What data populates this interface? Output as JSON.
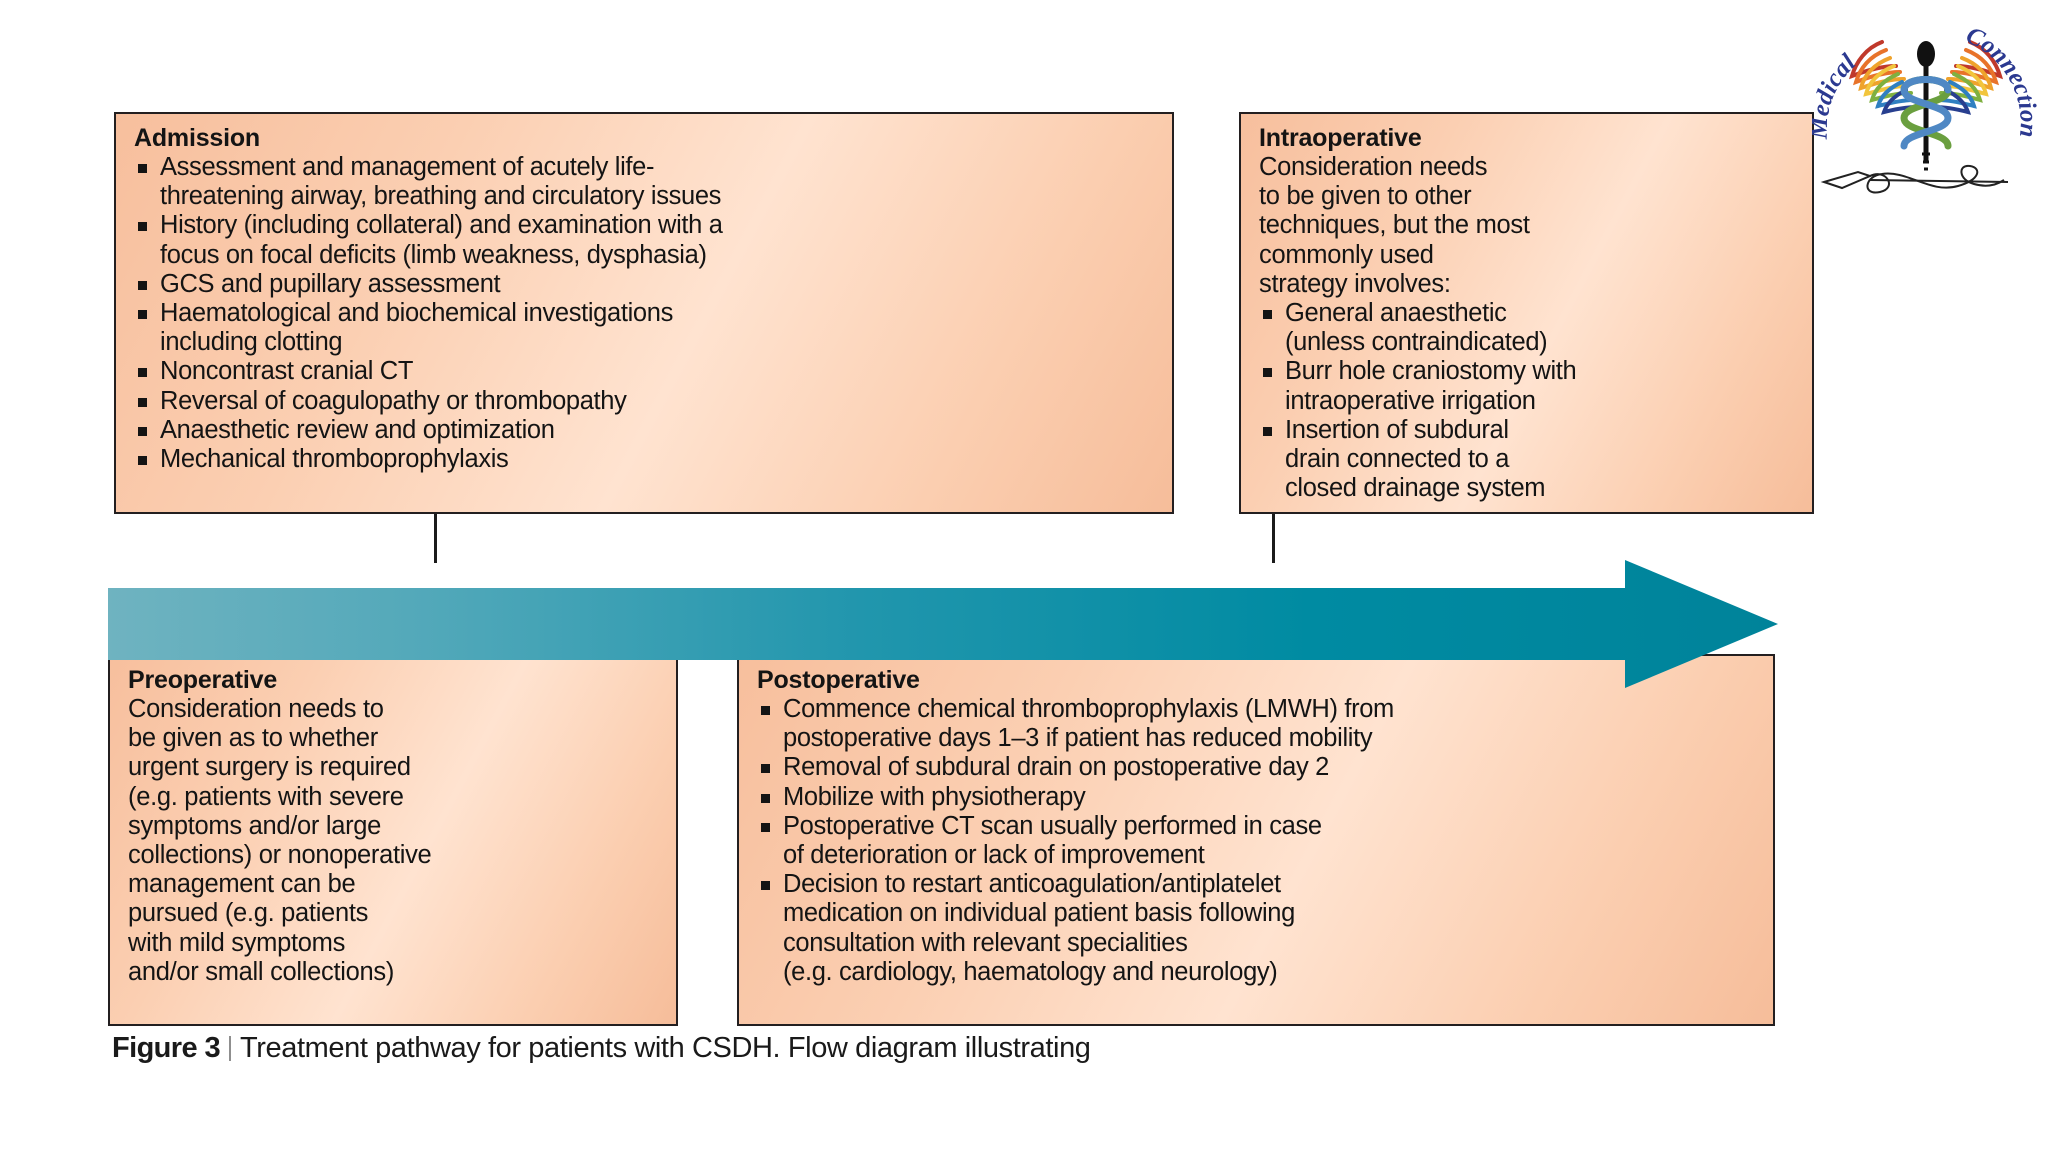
{
  "figure": {
    "caption_label": "Figure 3",
    "caption_text": "Treatment pathway for patients with CSDH. Flow diagram illustrating"
  },
  "logo": {
    "word_left": "Medical",
    "word_right": "Connection",
    "name": "medical-connection-logo"
  },
  "arrow": {
    "name": "timeline-arrow",
    "direction": "right",
    "gradient_start": "#64aebd",
    "gradient_end": "#00879e"
  },
  "colors": {
    "box_fill_light": "#ffe3d0",
    "box_fill_mid": "#fbcfb2",
    "box_fill_dark": "#f6bd9a",
    "box_border": "#231f20",
    "text": "#141414",
    "arrow_teal": "#00879e",
    "caption_rule": "#8f8f8f"
  },
  "boxes": {
    "admission": {
      "title": "Admission",
      "items": [
        [
          "Assessment and management of acutely life-",
          "threatening airway, breathing and circulatory issues"
        ],
        [
          "History (including collateral) and examination with a",
          "focus on focal deficits (limb weakness, dysphasia)"
        ],
        [
          "GCS and pupillary assessment"
        ],
        [
          "Haematological and biochemical investigations",
          "including clotting"
        ],
        [
          "Noncontrast cranial CT"
        ],
        [
          "Reversal of coagulopathy or thrombopathy"
        ],
        [
          "Anaesthetic review and optimization"
        ],
        [
          "Mechanical thromboprophylaxis"
        ]
      ]
    },
    "intraoperative": {
      "title": "Intraoperative",
      "lead": [
        "Consideration needs",
        "to be given to other",
        "techniques, but the most",
        "commonly used",
        "strategy involves:"
      ],
      "items": [
        [
          "General anaesthetic",
          "(unless contraindicated)"
        ],
        [
          "Burr hole craniostomy with",
          "intraoperative irrigation"
        ],
        [
          "Insertion of subdural",
          "drain connected to a",
          "closed drainage system"
        ]
      ]
    },
    "preoperative": {
      "title": "Preoperative",
      "lead": [
        "Consideration needs to",
        "be given as to whether",
        "urgent surgery is required",
        "(e.g. patients with severe",
        "symptoms and/or large",
        "collections) or nonoperative",
        "management can be",
        "pursued (e.g. patients",
        "with mild symptoms",
        "and/or small collections)"
      ]
    },
    "postoperative": {
      "title": "Postoperative",
      "items": [
        [
          "Commence chemical thromboprophylaxis (LMWH) from",
          "postoperative days 1–3 if patient has reduced mobility"
        ],
        [
          "Removal of subdural drain on postoperative day 2"
        ],
        [
          "Mobilize with physiotherapy"
        ],
        [
          "Postoperative CT scan usually performed in case",
          "of deterioration or lack of improvement"
        ],
        [
          "Decision to restart anticoagulation/antiplatelet",
          "medication on individual patient basis following",
          "consultation with relevant specialities",
          "(e.g. cardiology, haematology and neurology)"
        ]
      ]
    }
  }
}
